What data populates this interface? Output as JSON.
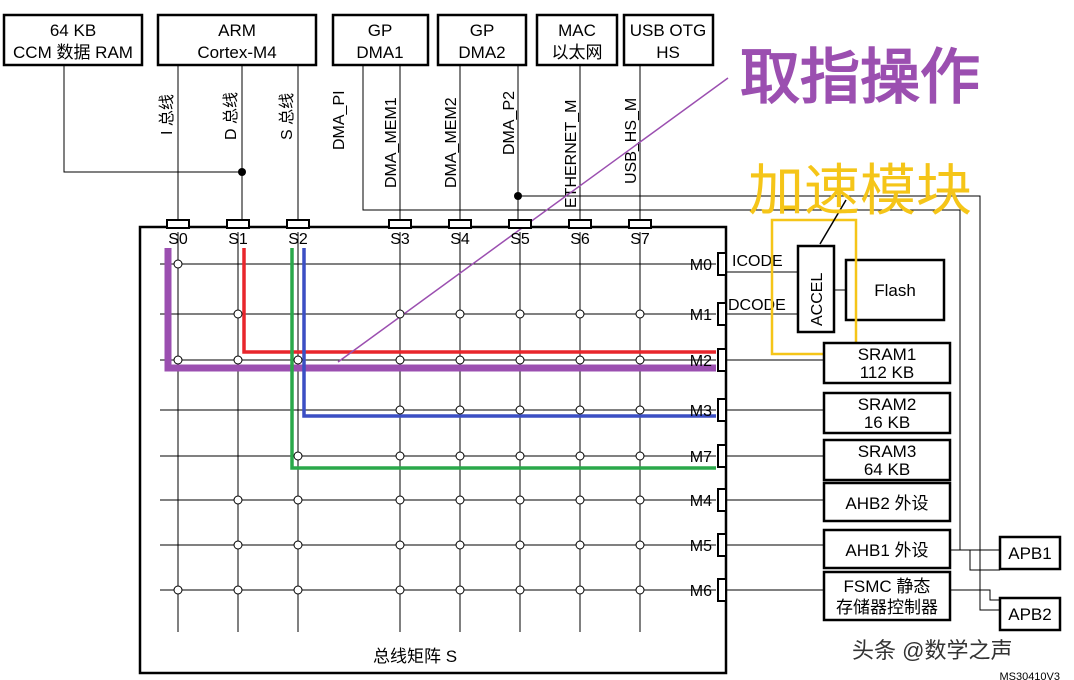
{
  "masters": [
    {
      "line1": "64 KB",
      "line2": "CCM 数据 RAM"
    },
    {
      "line1": "ARM",
      "line2": "Cortex-M4"
    },
    {
      "line1": "GP",
      "line2": "DMA1"
    },
    {
      "line1": "GP",
      "line2": "DMA2"
    },
    {
      "line1": "MAC",
      "line2": "以太网"
    },
    {
      "line1": "USB OTG",
      "line2": "HS"
    }
  ],
  "bus_labels": [
    "I 总线",
    "D 总线",
    "S 总线",
    "DMA_PI",
    "DMA_MEM1",
    "DMA_MEM2",
    "DMA_P2",
    "ETHERNET_M",
    "USB_HS_M"
  ],
  "slave_ports": [
    "S0",
    "S1",
    "S2",
    "S3",
    "S4",
    "S5",
    "S6",
    "S7"
  ],
  "master_ports": [
    "M0",
    "M1",
    "M2",
    "M3",
    "M7",
    "M4",
    "M5",
    "M6"
  ],
  "code_buses": [
    "ICODE",
    "DCODE"
  ],
  "accel": "ACCEL",
  "flash": "Flash",
  "slaves": [
    {
      "line1": "SRAM1",
      "line2": "112 KB"
    },
    {
      "line1": "SRAM2",
      "line2": "16 KB"
    },
    {
      "line1": "SRAM3",
      "line2": "64 KB"
    },
    {
      "line1": "AHB2 外设",
      "line2": ""
    },
    {
      "line1": "AHB1 外设",
      "line2": ""
    },
    {
      "line1": "FSMC 静态",
      "line2": "存储器控制器"
    }
  ],
  "apb": [
    "APB1",
    "APB2"
  ],
  "matrix_label": "总线矩阵 S",
  "annotations": {
    "fetch": "取指操作",
    "accel": "加速模块",
    "fetch_color": "#9b4fb0",
    "accel_color": "#f5c518"
  },
  "path_colors": {
    "purple": "#9b4fb0",
    "red": "#e8262c",
    "blue": "#3b4fc4",
    "green": "#2aa84a"
  },
  "watermark": "头条 @数学之声",
  "doc_id": "MS30410V3"
}
